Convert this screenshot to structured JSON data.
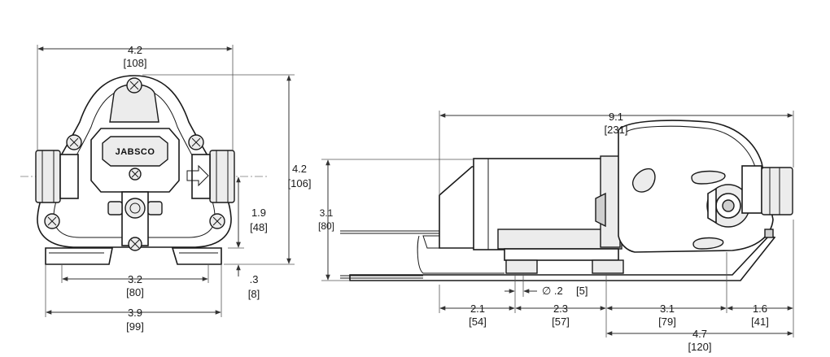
{
  "front_view": {
    "overall_width": {
      "in": "4.2",
      "mm": "[108]"
    },
    "overall_height": {
      "in": "4.2",
      "mm": "[106]"
    },
    "port_centerline_height": {
      "in": "1.9",
      "mm": "[48]"
    },
    "foot_thickness": {
      "in": ".3",
      "mm": "[8]"
    },
    "mount_hole_spacing": {
      "in": "3.2",
      "mm": "[80]"
    },
    "base_width": {
      "in": "3.9",
      "mm": "[99]"
    },
    "logo": "JABSCO"
  },
  "side_view": {
    "overall_length": {
      "in": "9.1",
      "mm": "[231]"
    },
    "height": {
      "in": "3.1",
      "mm": "[80]"
    },
    "hole_diameter": {
      "in": "∅ .2",
      "mm": "[5]"
    },
    "dim_1": {
      "in": "2.1",
      "mm": "[54]"
    },
    "dim_2": {
      "in": "2.3",
      "mm": "[57]"
    },
    "dim_3": {
      "in": "3.1",
      "mm": "[79]"
    },
    "dim_4": {
      "in": "1.6",
      "mm": "[41]"
    },
    "dim_5": {
      "in": "4.7",
      "mm": "[120]"
    }
  }
}
